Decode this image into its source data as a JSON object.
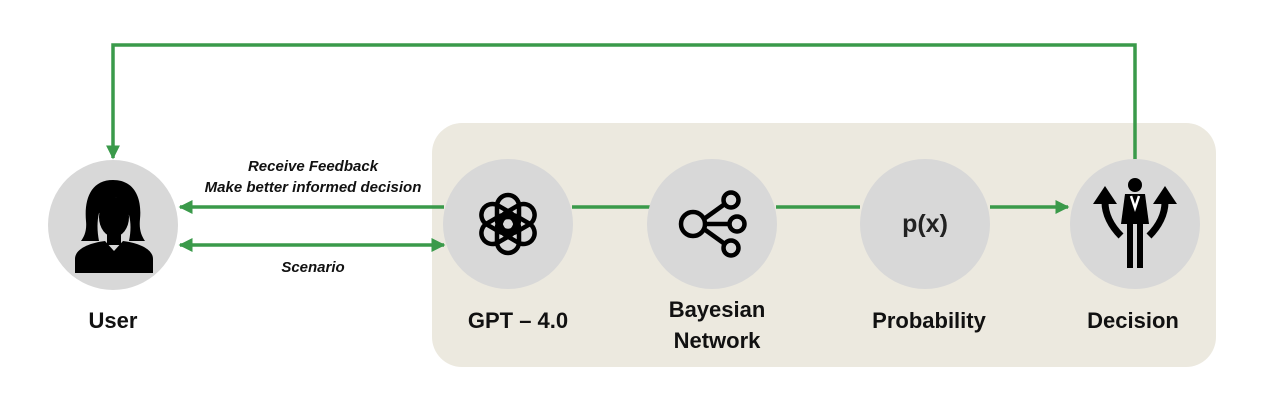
{
  "colors": {
    "arrow": "#3a9a4a",
    "node_fill": "#d8d8d8",
    "panel_fill": "#ece9df"
  },
  "nodes": {
    "user": {
      "label": "User",
      "icon": "user-woman-icon"
    },
    "gpt": {
      "label": "GPT – 4.0",
      "icon": "openai-logo-icon"
    },
    "bayes": {
      "label_line1": "Bayesian",
      "label_line2": "Network",
      "icon": "share-network-icon"
    },
    "prob": {
      "label": "Probability",
      "symbol": "p(x)"
    },
    "decision": {
      "label": "Decision",
      "icon": "decision-crossroads-icon"
    }
  },
  "edges": {
    "feedback_line1": "Receive Feedback",
    "feedback_line2": "Make better informed decision",
    "scenario": "Scenario"
  }
}
